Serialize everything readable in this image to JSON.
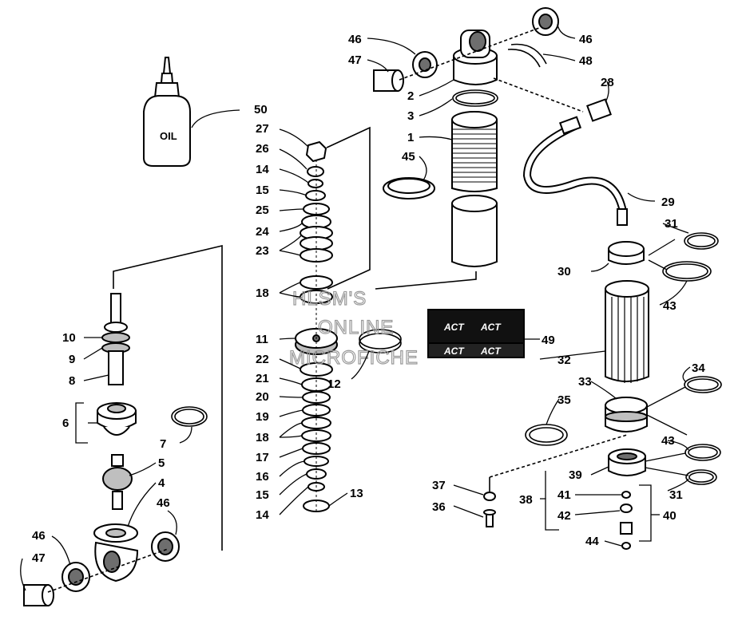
{
  "oil_label": "OIL",
  "watermark": [
    "HLSM'S",
    "ONLINE",
    "MICROFICHE"
  ],
  "decal_text": "ACT",
  "callouts": [
    "50",
    "27",
    "26",
    "14",
    "15",
    "25",
    "24",
    "23",
    "18",
    "11",
    "22",
    "21",
    "20",
    "19",
    "18",
    "17",
    "16",
    "15",
    "14",
    "13",
    "12",
    "10",
    "9",
    "8",
    "6",
    "7",
    "5",
    "4",
    "46",
    "46",
    "47",
    "47",
    "46",
    "47",
    "46",
    "48",
    "2",
    "3",
    "1",
    "45",
    "28",
    "29",
    "31",
    "30",
    "43",
    "49",
    "32",
    "34",
    "33",
    "35",
    "43",
    "39",
    "31",
    "37",
    "36",
    "38",
    "41",
    "42",
    "40",
    "44"
  ]
}
